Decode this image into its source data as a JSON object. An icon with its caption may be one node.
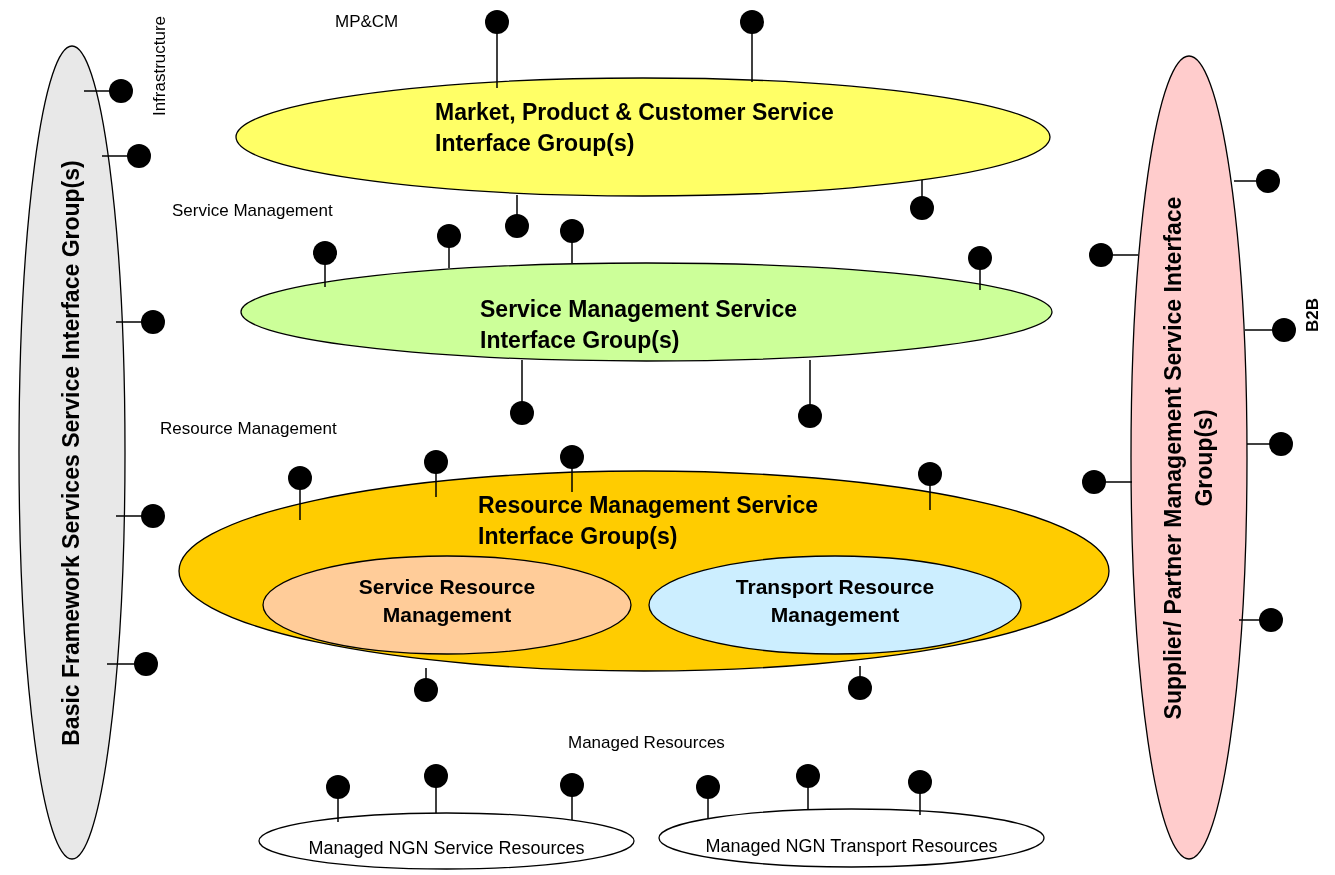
{
  "diagram": {
    "nodes": [
      {
        "text": [
          "Market, Product & Customer Service Interface Group(s)"
        ]
      },
      {
        "text": [
          "Service Management Service Interface Group(s)"
        ]
      },
      {
        "text": [
          "Resource Management Service Interface Group(s)"
        ]
      },
      {
        "text": [
          "Service Resource Management"
        ],
        "in": 2
      },
      {
        "text": [
          "Transport Resource Management"
        ],
        "in": 2
      },
      {
        "text": [
          "Managed NGN Service Resources"
        ]
      },
      {
        "text": [
          "Managed NGN Transport Resources"
        ]
      },
      {
        "text": [
          "Basic Framework Services Service Interface Group(s)"
        ]
      },
      {
        "text": [
          "Supplier/ Partner Management Service Interface Group(s)"
        ]
      }
    ],
    "labels": [
      "Infrastructure",
      "MP&CM",
      "Service Management",
      "B2B",
      "Resource Management",
      "Managed Resources"
    ]
  }
}
